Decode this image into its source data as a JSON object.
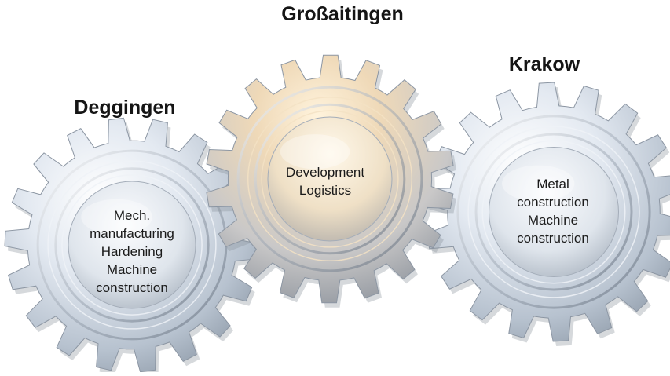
{
  "diagram": {
    "nodes": [
      {
        "id": "grossaitingen",
        "title": "Großaitingen",
        "lines": [
          "Development",
          "Logistics"
        ]
      },
      {
        "id": "krakow",
        "title": "Krakow",
        "lines": [
          "Metal",
          "construction",
          "Machine",
          "construction"
        ]
      },
      {
        "id": "deggingen",
        "title": "Deggingen",
        "lines": [
          "Mech.",
          "manufacturing",
          "Hardening",
          "Machine",
          "construction"
        ]
      }
    ]
  },
  "colors": {
    "gear_light": "#f4f7fb",
    "gear_mid": "#c4ccd6",
    "gear_dark": "#7d8794",
    "gear_warm": "#e8c79a",
    "text": "#151515"
  }
}
